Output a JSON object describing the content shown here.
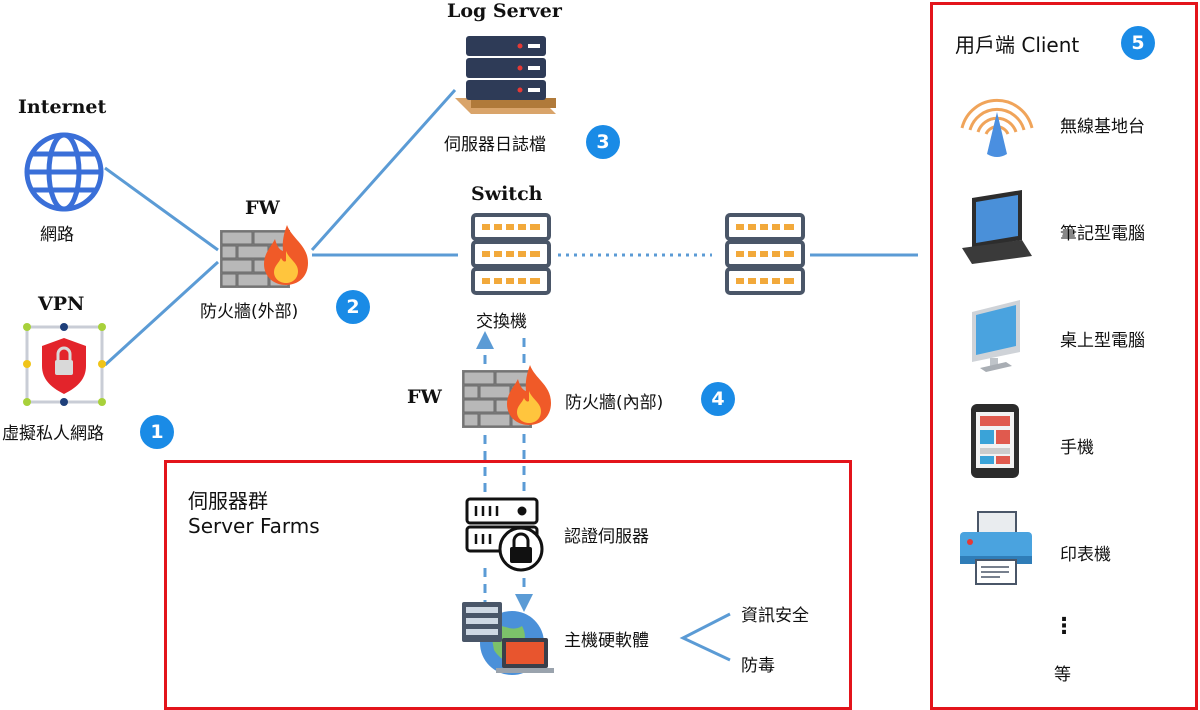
{
  "internet": {
    "title": "Internet",
    "label": "網路"
  },
  "vpn": {
    "title": "VPN",
    "label": "虛擬私人網路",
    "badge": "1"
  },
  "fw_outer": {
    "title": "FW",
    "label": "防火牆(外部)",
    "badge": "2"
  },
  "log_server": {
    "title": "Log Server",
    "label": "伺服器日誌檔",
    "badge": "3"
  },
  "switch": {
    "title": "Switch",
    "label": "交換機"
  },
  "fw_inner": {
    "title": "FW",
    "label": "防火牆(內部)",
    "badge": "4"
  },
  "server_farm": {
    "title_zh": "伺服器群",
    "title_en": "Server Farms",
    "auth_server": "認證伺服器",
    "host": "主機硬軟體",
    "branches": [
      "資訊安全",
      "防毒"
    ]
  },
  "client": {
    "title": "用戶端 Client",
    "badge": "5",
    "items": [
      "無線基地台",
      "筆記型電腦",
      "桌上型電腦",
      "手機",
      "印表機"
    ],
    "more": "⋮",
    "etc": "等"
  },
  "colors": {
    "line": "#5b9bd5",
    "box": "#e3141b",
    "badge": "#1a8be6",
    "flame": "#f05a28"
  }
}
